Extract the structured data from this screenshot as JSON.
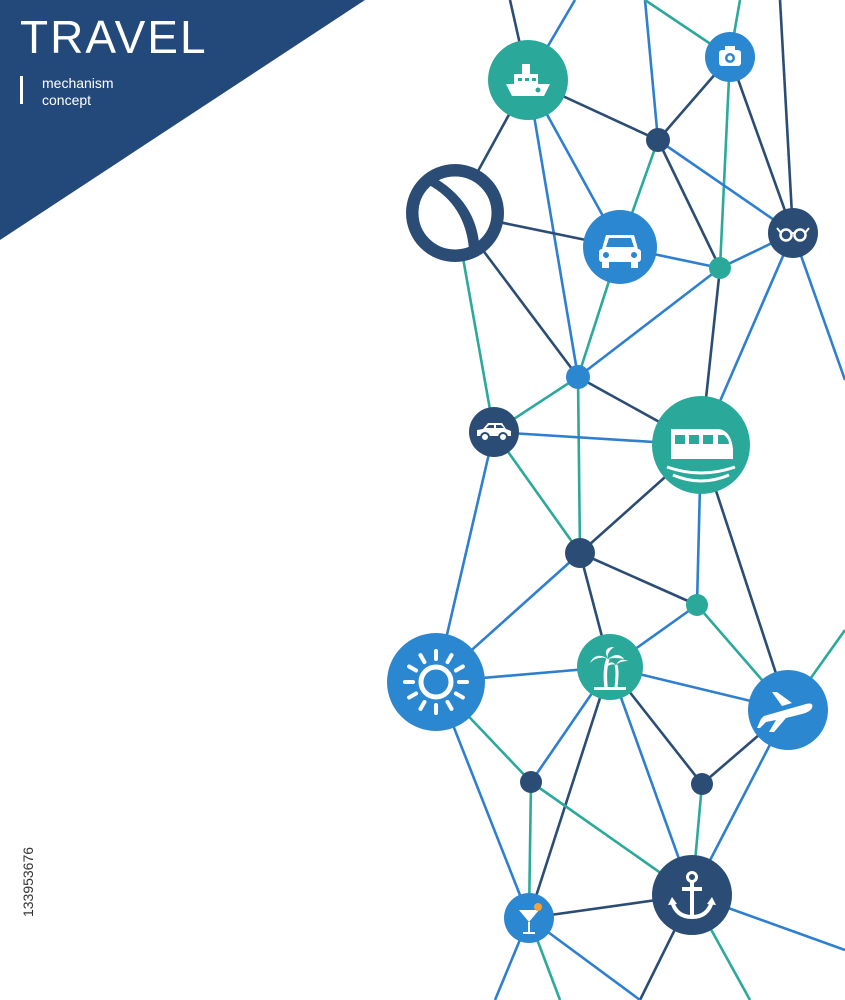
{
  "header": {
    "title": "TRAVEL",
    "subtitle_line1": "mechanism",
    "subtitle_line2": "concept"
  },
  "stock_id": "133953676",
  "colors": {
    "banner": "#23497a",
    "navy": "#2b4d75",
    "blue": "#2c87d1",
    "teal": "#2aa99a",
    "line_blue": "#2e7fcf",
    "line_teal": "#2ba99b",
    "line_navy": "#2b4d75"
  },
  "icons": [
    {
      "name": "ship-icon",
      "glyph": "ship"
    },
    {
      "name": "camera-icon",
      "glyph": "camera"
    },
    {
      "name": "beach-ball-icon",
      "glyph": "ball"
    },
    {
      "name": "car-front-icon",
      "glyph": "car-front"
    },
    {
      "name": "sunglasses-icon",
      "glyph": "glasses"
    },
    {
      "name": "car-side-icon",
      "glyph": "car-side"
    },
    {
      "name": "train-icon",
      "glyph": "train"
    },
    {
      "name": "sun-icon",
      "glyph": "sun"
    },
    {
      "name": "palm-trees-icon",
      "glyph": "palm"
    },
    {
      "name": "airplane-icon",
      "glyph": "plane"
    },
    {
      "name": "anchor-icon",
      "glyph": "anchor"
    },
    {
      "name": "cocktail-icon",
      "glyph": "cocktail"
    }
  ]
}
